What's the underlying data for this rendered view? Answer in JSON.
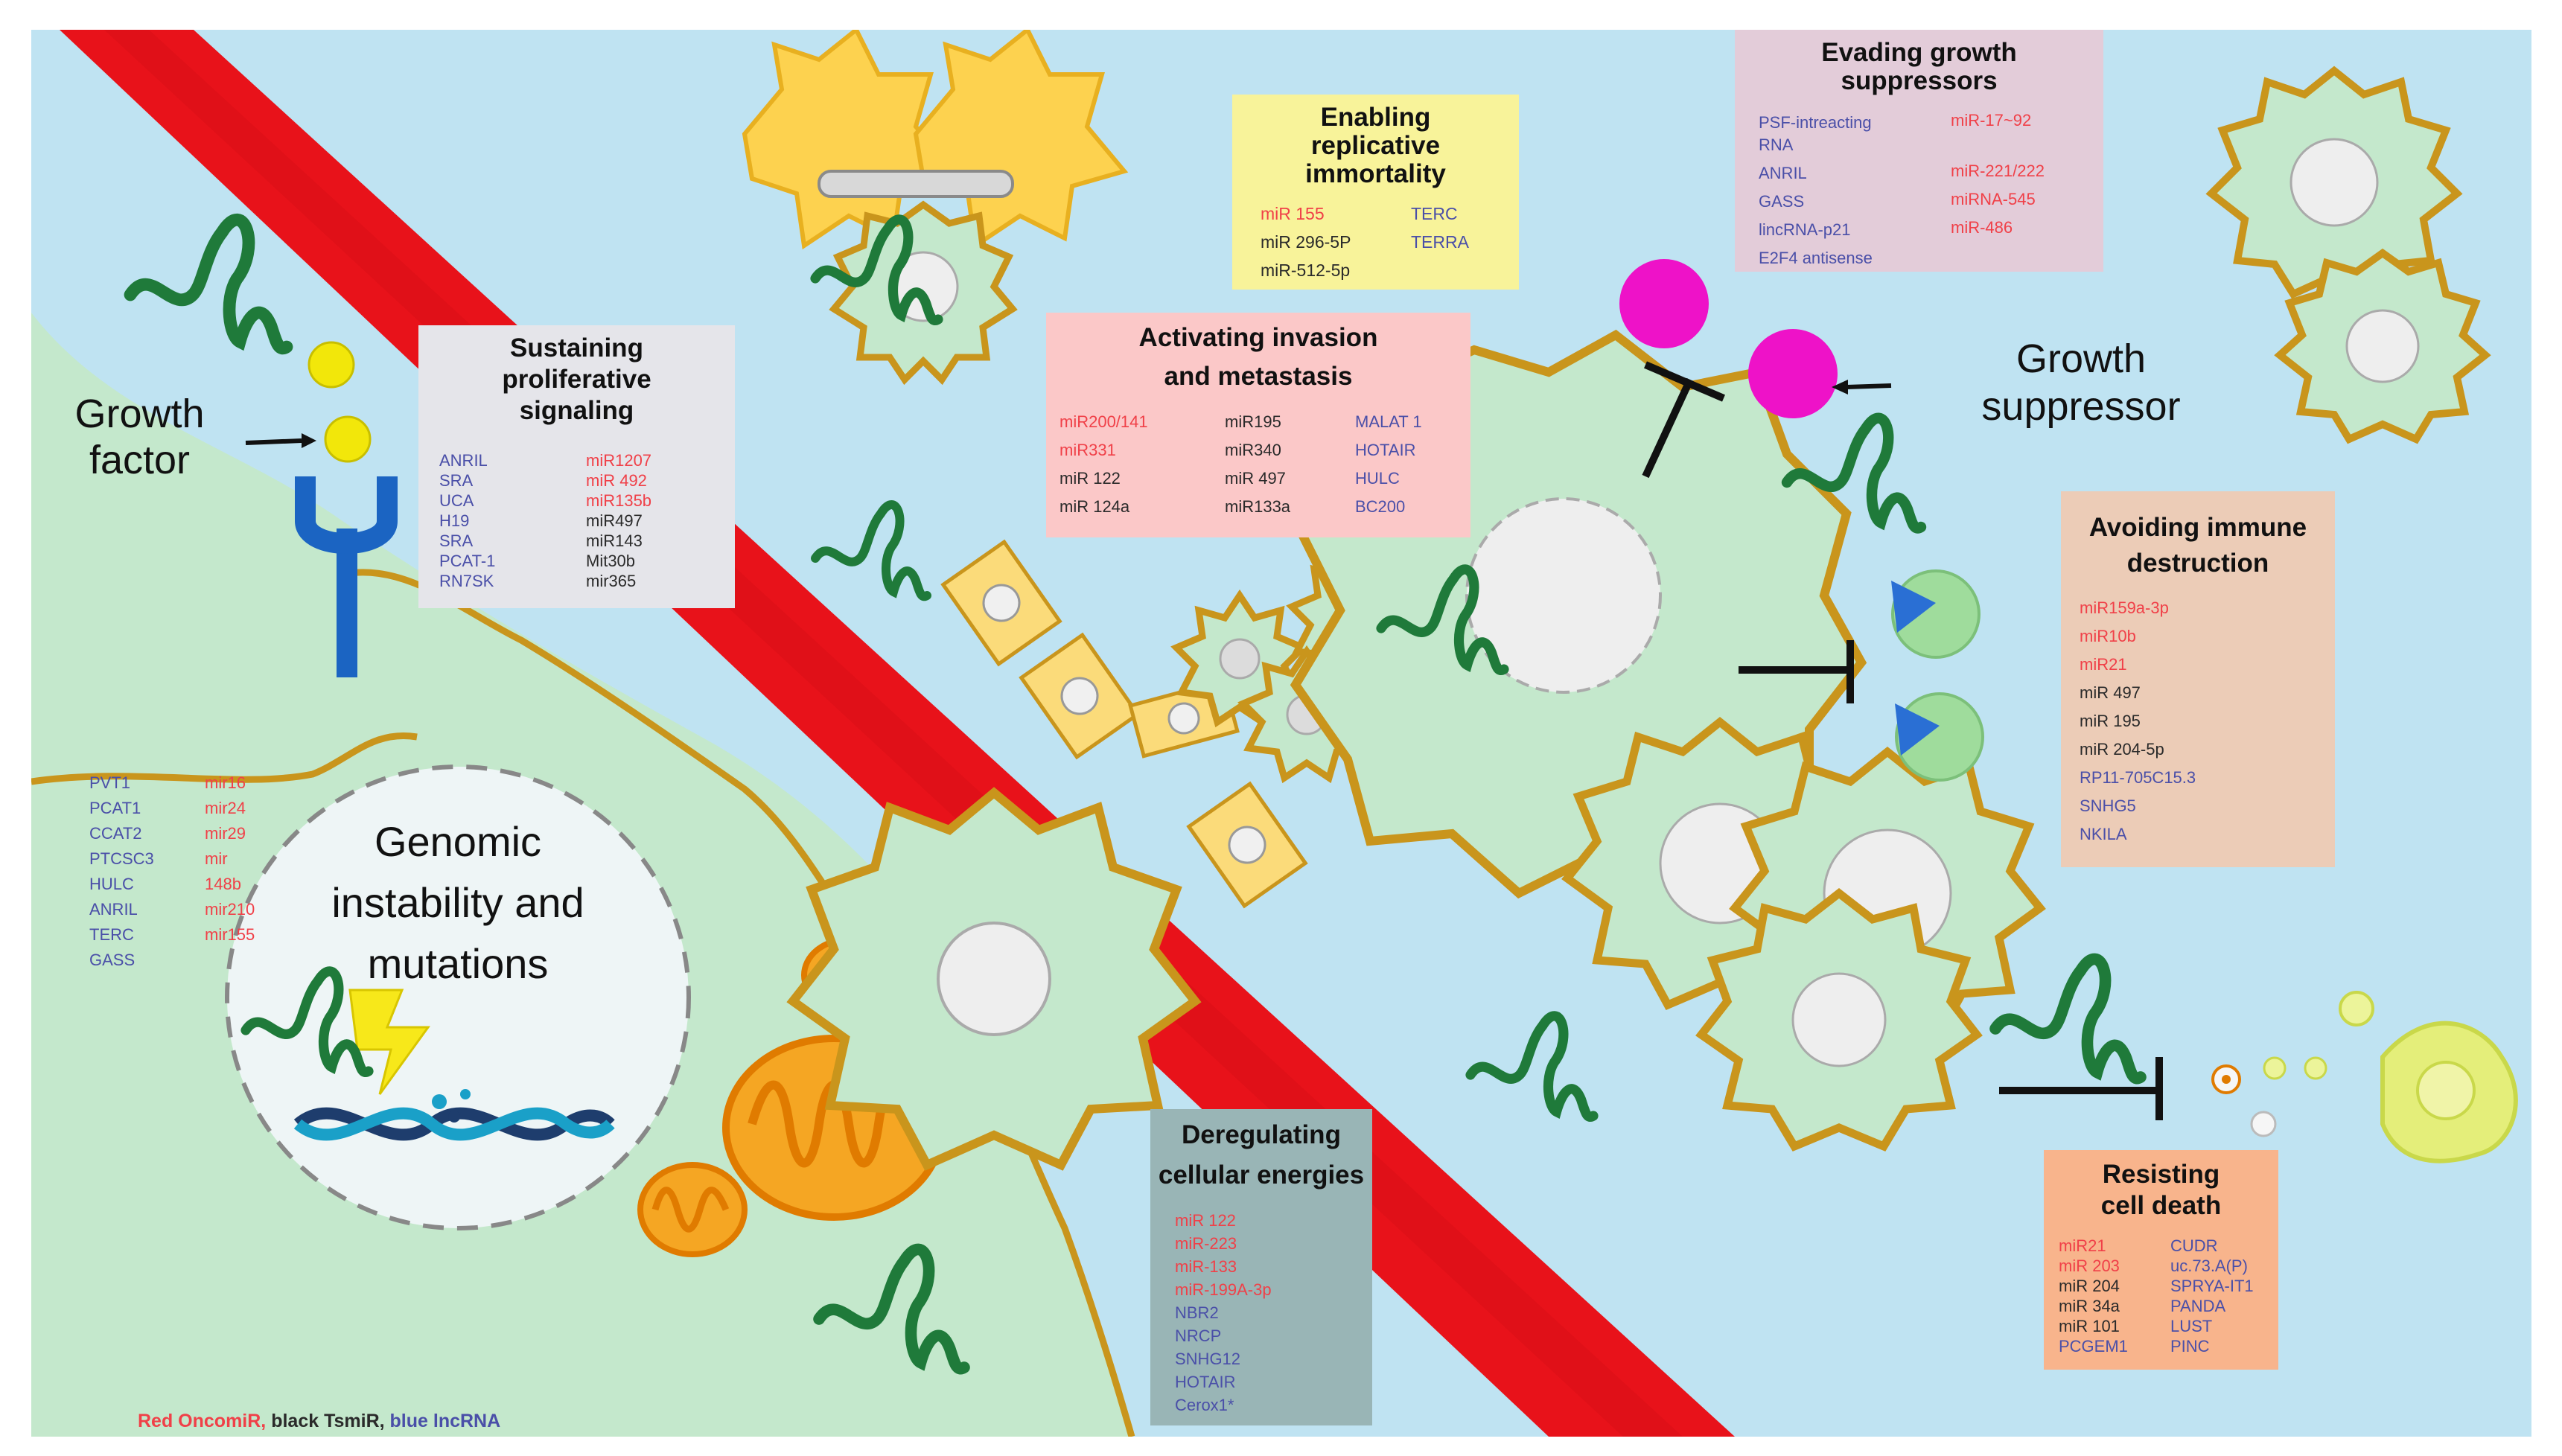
{
  "labels": {
    "growth_factor": "Growth\nfactor",
    "growth_suppressor": "Growth\nsuppressor",
    "genomic": "Genomic\ninstability and\nmutations"
  },
  "legend": {
    "red": "Red OncomiR,",
    "black": "black TsmiR,",
    "blue": "blue lncRNA"
  },
  "colors": {
    "background": "#bfe3f2",
    "cell_fill": "#c4e8cc",
    "cell_border": "#c9951c",
    "vessel": "#e8121a",
    "lncrna": "#1f7a3a",
    "oncomir_red": "#f04048",
    "lncrna_blue": "#4a4fa8"
  },
  "boxes": {
    "proliferative": {
      "title": "Sustaining\nproliferative\nsignaling",
      "left": [
        {
          "t": "ANRIL",
          "c": "b"
        },
        {
          "t": "SRA",
          "c": "b"
        },
        {
          "t": "UCA",
          "c": "b"
        },
        {
          "t": "H19",
          "c": "b"
        },
        {
          "t": "SRA",
          "c": "b"
        },
        {
          "t": "PCAT-1",
          "c": "b"
        },
        {
          "t": "RN7SK",
          "c": "b"
        }
      ],
      "right": [
        {
          "t": "miR1207",
          "c": "r"
        },
        {
          "t": "miR 492",
          "c": "r"
        },
        {
          "t": "miR135b",
          "c": "r"
        },
        {
          "t": "miR497",
          "c": "k"
        },
        {
          "t": "miR143",
          "c": "k"
        },
        {
          "t": "Mit30b",
          "c": "k"
        },
        {
          "t": "mir365",
          "c": "k"
        }
      ]
    },
    "immortality": {
      "title": "Enabling\nreplicative\nimmortality",
      "left": [
        {
          "t": "miR 155",
          "c": "r"
        },
        {
          "t": "miR 296-5P",
          "c": "k"
        },
        {
          "t": "miR-512-5p",
          "c": "k"
        }
      ],
      "right": [
        {
          "t": "TERC",
          "c": "b"
        },
        {
          "t": "TERRA",
          "c": "b"
        }
      ]
    },
    "suppressors": {
      "title": "Evading growth\nsuppressors",
      "left": [
        {
          "t": "PSF-intreacting\nRNA",
          "c": "b"
        },
        {
          "t": "ANRIL",
          "c": "b"
        },
        {
          "t": "GASS",
          "c": "b"
        },
        {
          "t": "lincRNA-p21",
          "c": "b"
        },
        {
          "t": "E2F4 antisense",
          "c": "b"
        }
      ],
      "right": [
        {
          "t": "miR-17~92",
          "c": "r"
        },
        {
          "t": "miR-221/222",
          "c": "r"
        },
        {
          "t": "miRNA-545",
          "c": "r"
        },
        {
          "t": "miR-486",
          "c": "r"
        }
      ]
    },
    "invasion": {
      "title": "Activating invasion\nand metastasis",
      "col1": [
        {
          "t": "miR200/141",
          "c": "r"
        },
        {
          "t": "miR331",
          "c": "r"
        },
        {
          "t": "miR 122",
          "c": "k"
        },
        {
          "t": "miR 124a",
          "c": "k"
        }
      ],
      "col2": [
        {
          "t": "miR195",
          "c": "k"
        },
        {
          "t": "miR340",
          "c": "k"
        },
        {
          "t": "miR 497",
          "c": "k"
        },
        {
          "t": "miR133a",
          "c": "k"
        }
      ],
      "col3": [
        {
          "t": "MALAT 1",
          "c": "b"
        },
        {
          "t": "HOTAIR",
          "c": "b"
        },
        {
          "t": "HULC",
          "c": "b"
        },
        {
          "t": "BC200",
          "c": "b"
        }
      ]
    },
    "immune": {
      "title": "Avoiding immune\ndestruction",
      "items": [
        {
          "t": "miR159a-3p",
          "c": "r"
        },
        {
          "t": "miR10b",
          "c": "r"
        },
        {
          "t": "miR21",
          "c": "r"
        },
        {
          "t": "miR 497",
          "c": "k"
        },
        {
          "t": "miR 195",
          "c": "k"
        },
        {
          "t": "miR 204-5p",
          "c": "k"
        },
        {
          "t": "RP11-705C15.3",
          "c": "b"
        },
        {
          "t": "SNHG5",
          "c": "b"
        },
        {
          "t": "NKILA",
          "c": "b"
        }
      ]
    },
    "energies": {
      "title": "Deregulating\ncellular energies",
      "items": [
        {
          "t": "miR 122",
          "c": "r"
        },
        {
          "t": "miR-223",
          "c": "r"
        },
        {
          "t": "miR-133",
          "c": "r"
        },
        {
          "t": "miR-199A-3p",
          "c": "r"
        },
        {
          "t": "NBR2",
          "c": "b"
        },
        {
          "t": "NRCP",
          "c": "b"
        },
        {
          "t": "SNHG12",
          "c": "b"
        },
        {
          "t": "HOTAIR",
          "c": "b"
        },
        {
          "t": "Cerox1*",
          "c": "b"
        }
      ]
    },
    "celldeath": {
      "title": "Resisting\ncell death",
      "left": [
        {
          "t": "miR21",
          "c": "r"
        },
        {
          "t": "miR 203",
          "c": "r"
        },
        {
          "t": "miR 204",
          "c": "k"
        },
        {
          "t": "miR 34a",
          "c": "k"
        },
        {
          "t": "miR 101",
          "c": "k"
        },
        {
          "t": "PCGEM1",
          "c": "b"
        }
      ],
      "right": [
        {
          "t": "CUDR",
          "c": "b"
        },
        {
          "t": "uc.73.A(P)",
          "c": "b"
        },
        {
          "t": "SPRYA-IT1",
          "c": "b"
        },
        {
          "t": "PANDA",
          "c": "b"
        },
        {
          "t": "LUST",
          "c": "b"
        },
        {
          "t": "PINC",
          "c": "b"
        }
      ]
    },
    "genomic_list": {
      "left": [
        {
          "t": "PVT1",
          "c": "b"
        },
        {
          "t": "PCAT1",
          "c": "b"
        },
        {
          "t": "CCAT2",
          "c": "b"
        },
        {
          "t": "PTCSC3",
          "c": "b"
        },
        {
          "t": "HULC",
          "c": "b"
        },
        {
          "t": "ANRIL",
          "c": "b"
        },
        {
          "t": "TERC",
          "c": "b"
        },
        {
          "t": "GASS",
          "c": "b"
        }
      ],
      "right": [
        {
          "t": "mir16",
          "c": "r"
        },
        {
          "t": "mir24",
          "c": "r"
        },
        {
          "t": "mir29",
          "c": "r"
        },
        {
          "t": "mir",
          "c": "r"
        },
        {
          "t": "148b",
          "c": "r"
        },
        {
          "t": "mir210",
          "c": "r"
        },
        {
          "t": "mir155",
          "c": "r"
        }
      ]
    }
  }
}
